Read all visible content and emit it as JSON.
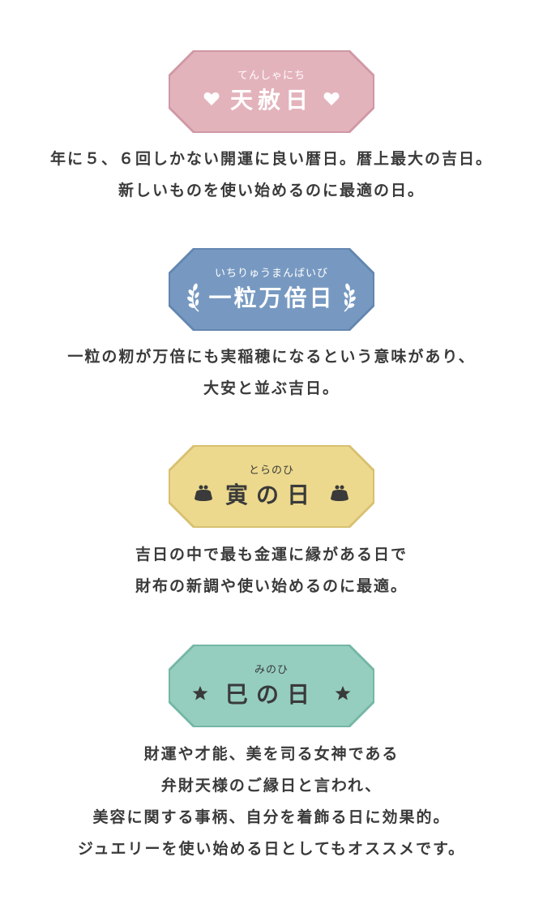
{
  "colors": {
    "pink": "#e3b3bc",
    "pink_border": "#cf98a4",
    "blue": "#7799c1",
    "blue_border": "#6386b0",
    "yellow": "#ecd98d",
    "yellow_border": "#d8c070",
    "green": "#95cebf",
    "green_border": "#74b6a5",
    "text": "#3a3a3a"
  },
  "sections": [
    {
      "reading": "てんしゃにち",
      "title": "天赦日",
      "icon": "heart-icon",
      "lines": [
        "年に５、６回しかない開運に良い暦日。暦上最大の吉日。",
        "新しいものを使い始めるのに最適の日。"
      ]
    },
    {
      "reading": "いちりゅうまんばいび",
      "title": "一粒万倍日",
      "icon": "laurel-icon",
      "lines": [
        "一粒の籾が万倍にも実稲穂になるという意味があり、",
        "大安と並ぶ吉日。"
      ]
    },
    {
      "reading": "とらのひ",
      "title": "寅の日",
      "icon": "purse-icon",
      "lines": [
        "吉日の中で最も金運に縁がある日で",
        "財布の新調や使い始めるのに最適。"
      ]
    },
    {
      "reading": "みのひ",
      "title": "巳の日",
      "icon": "star-icon",
      "lines": [
        "財運や才能、美を司る女神である",
        "弁財天様のご縁日と言われ、",
        "美容に関する事柄、自分を着飾る日に効果的。",
        "ジュエリーを使い始める日としてもオススメです。"
      ]
    }
  ]
}
